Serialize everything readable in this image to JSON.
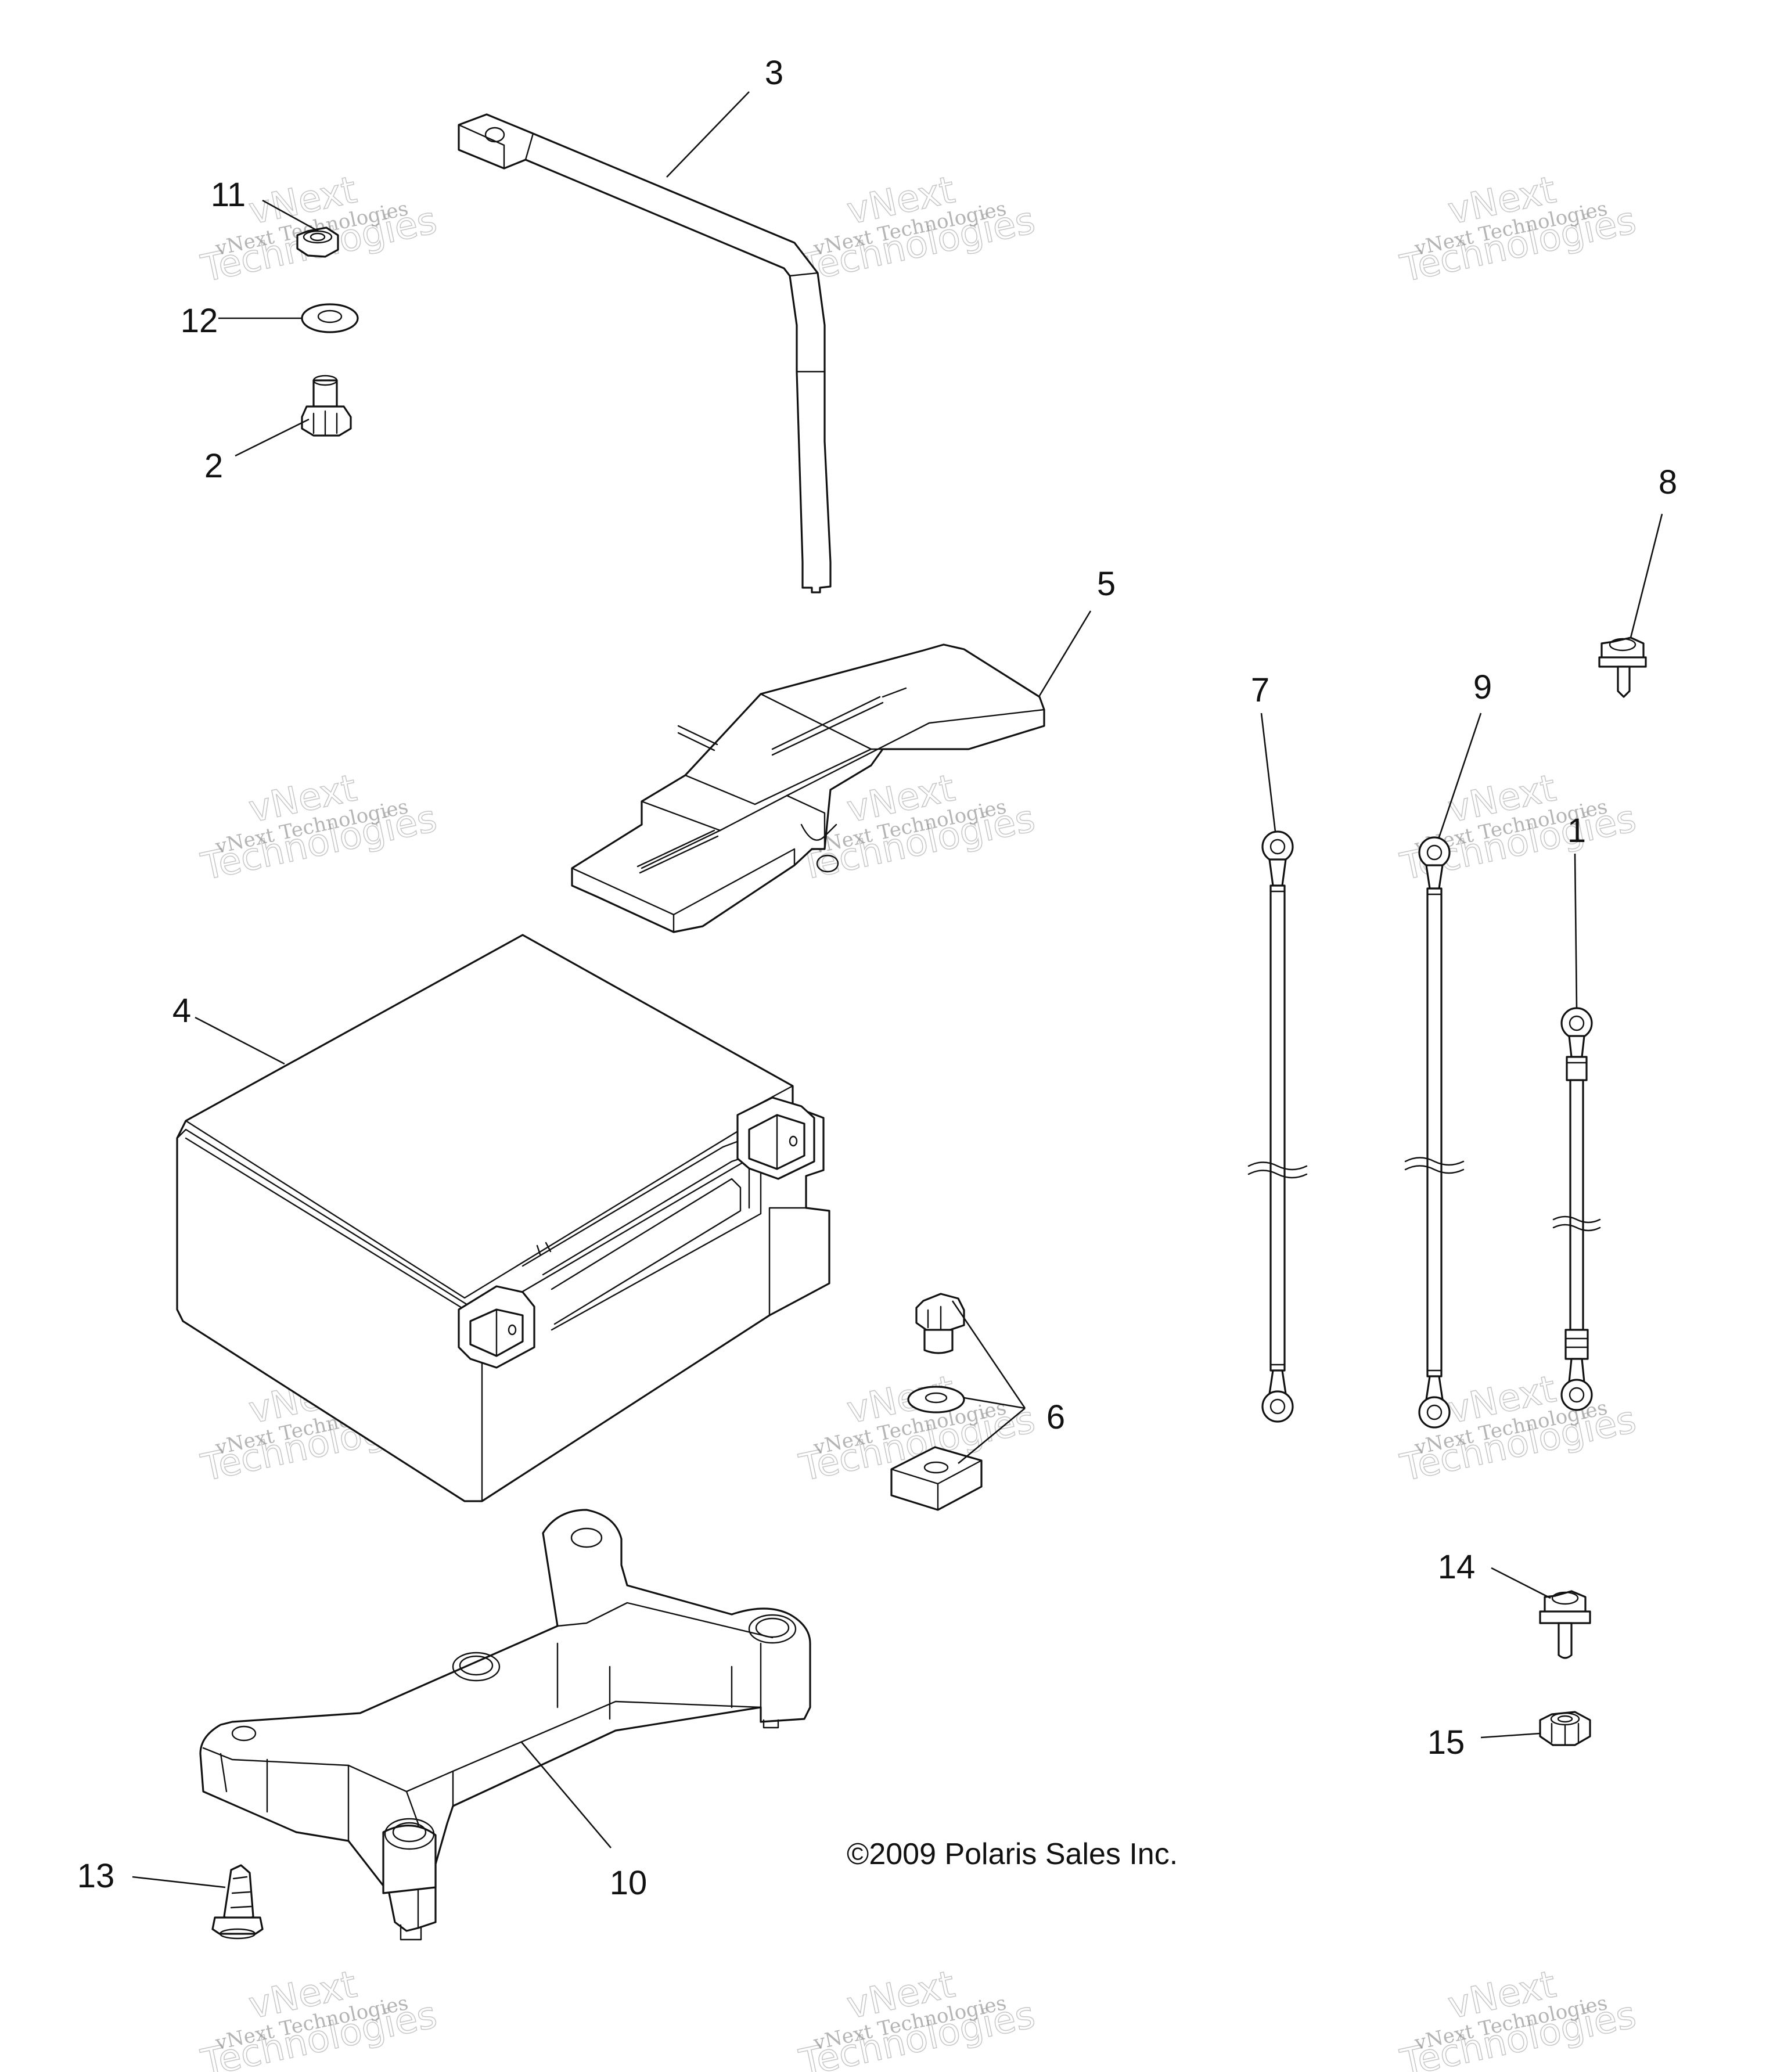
{
  "diagram": {
    "copyright": "©2009 Polaris Sales Inc.",
    "watermark": {
      "line1": "vNext Technologies",
      "line2a": "vNext",
      "line2b": "Technologies"
    },
    "callouts": [
      {
        "id": "1",
        "text": "1"
      },
      {
        "id": "2",
        "text": "2"
      },
      {
        "id": "3",
        "text": "3"
      },
      {
        "id": "4",
        "text": "4"
      },
      {
        "id": "5",
        "text": "5"
      },
      {
        "id": "6",
        "text": "6"
      },
      {
        "id": "7",
        "text": "7"
      },
      {
        "id": "8",
        "text": "8"
      },
      {
        "id": "9",
        "text": "9"
      },
      {
        "id": "10",
        "text": "10"
      },
      {
        "id": "11",
        "text": "11"
      },
      {
        "id": "12",
        "text": "12"
      },
      {
        "id": "13",
        "text": "13"
      },
      {
        "id": "14",
        "text": "14"
      },
      {
        "id": "15",
        "text": "15"
      }
    ]
  }
}
